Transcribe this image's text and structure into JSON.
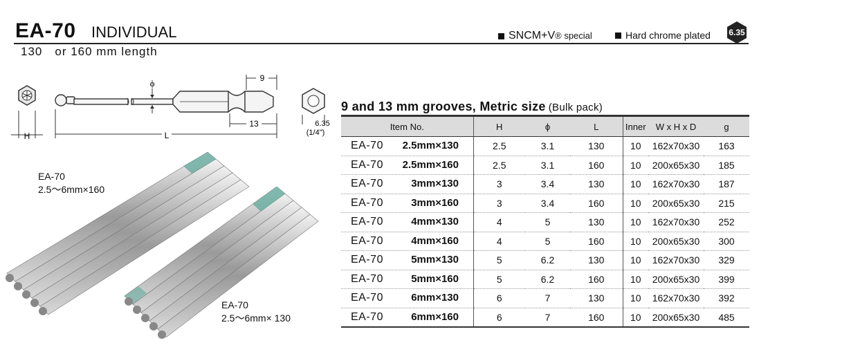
{
  "header": {
    "model": "EA-70",
    "title": "INDIVIDUAL",
    "length_note": "130　or 160 mm length",
    "specs": [
      {
        "label": "SNCM+V",
        "suffix": "® special"
      },
      {
        "label": "Hard chrome plated"
      }
    ],
    "hex_badge": "6.35"
  },
  "diagram": {
    "dim_phi": "ϕ",
    "dim_9": "9",
    "dim_13": "13",
    "dim_h": "H",
    "dim_l": "L",
    "dim_hex": "6.35",
    "dim_hex_inch": "(1/4\")"
  },
  "photo_captions": {
    "set1_line1": "EA-70",
    "set1_line2": "2.5～6mm×160",
    "set2_line1": "EA-70",
    "set2_line2": "2.5～6mm× 130"
  },
  "table": {
    "title": "9 and 13 mm grooves, Metric size",
    "subtitle": "(Bulk pack)",
    "headers": [
      "Item No.",
      "H",
      "ϕ",
      "L",
      "Inner",
      "W x H x D",
      "g"
    ],
    "rows": [
      {
        "model": "EA-70",
        "size": "2.5mm×130",
        "h": "2.5",
        "phi": "3.1",
        "l": "130",
        "inner": "10",
        "dims": "162x70x30",
        "g": "163"
      },
      {
        "model": "EA-70",
        "size": "2.5mm×160",
        "h": "2.5",
        "phi": "3.1",
        "l": "160",
        "inner": "10",
        "dims": "200x65x30",
        "g": "185"
      },
      {
        "model": "EA-70",
        "size": "3mm×130",
        "h": "3",
        "phi": "3.4",
        "l": "130",
        "inner": "10",
        "dims": "162x70x30",
        "g": "187"
      },
      {
        "model": "EA-70",
        "size": "3mm×160",
        "h": "3",
        "phi": "3.4",
        "l": "160",
        "inner": "10",
        "dims": "200x65x30",
        "g": "215"
      },
      {
        "model": "EA-70",
        "size": "4mm×130",
        "h": "4",
        "phi": "5",
        "l": "130",
        "inner": "10",
        "dims": "162x70x30",
        "g": "252"
      },
      {
        "model": "EA-70",
        "size": "4mm×160",
        "h": "4",
        "phi": "5",
        "l": "160",
        "inner": "10",
        "dims": "200x65x30",
        "g": "300"
      },
      {
        "model": "EA-70",
        "size": "5mm×130",
        "h": "5",
        "phi": "6.2",
        "l": "130",
        "inner": "10",
        "dims": "162x70x30",
        "g": "329"
      },
      {
        "model": "EA-70",
        "size": "5mm×160",
        "h": "5",
        "phi": "6.2",
        "l": "160",
        "inner": "10",
        "dims": "200x65x30",
        "g": "399"
      },
      {
        "model": "EA-70",
        "size": "6mm×130",
        "h": "6",
        "phi": "7",
        "l": "130",
        "inner": "10",
        "dims": "162x70x30",
        "g": "392"
      },
      {
        "model": "EA-70",
        "size": "6mm×160",
        "h": "6",
        "phi": "7",
        "l": "160",
        "inner": "10",
        "dims": "200x65x30",
        "g": "485"
      }
    ]
  },
  "colors": {
    "accent_green": "#5fa89a",
    "table_header_bg": "#dcdcdc"
  }
}
